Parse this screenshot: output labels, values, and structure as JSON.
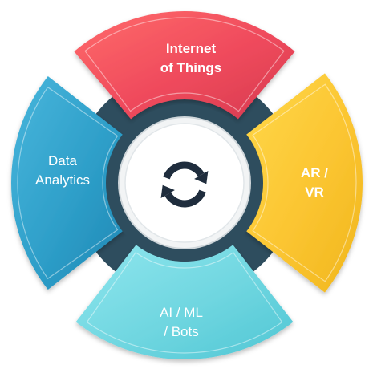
{
  "segments": [
    {
      "id": "top",
      "lines": [
        "Internet",
        "of Things"
      ],
      "bold": true,
      "color": "#ef4a5c",
      "color_light": "#ff6b6b",
      "color_dark": "#d63a50",
      "text_color": "#ffffff"
    },
    {
      "id": "right",
      "lines": [
        "AR /",
        "VR"
      ],
      "bold": true,
      "color": "#fbc531",
      "color_light": "#ffd84a",
      "color_dark": "#f0b61d",
      "text_color": "#ffffff"
    },
    {
      "id": "bottom",
      "lines": [
        "AI / ML",
        "/ Bots"
      ],
      "bold": false,
      "color": "#6fd6e0",
      "color_light": "#8fe6ee",
      "color_dark": "#4fc6d4",
      "text_color": "#ffffff"
    },
    {
      "id": "left",
      "lines": [
        "Data",
        "Analytics"
      ],
      "bold": false,
      "color": "#2e9fc9",
      "color_light": "#49b6dc",
      "color_dark": "#1f87b4",
      "text_color": "#ffffff"
    }
  ],
  "center": {
    "icon": "refresh-cycle-icon",
    "ring_color": "#2e4d5e",
    "fill_color": "#ffffff",
    "icon_color": "#1f2d3d"
  }
}
